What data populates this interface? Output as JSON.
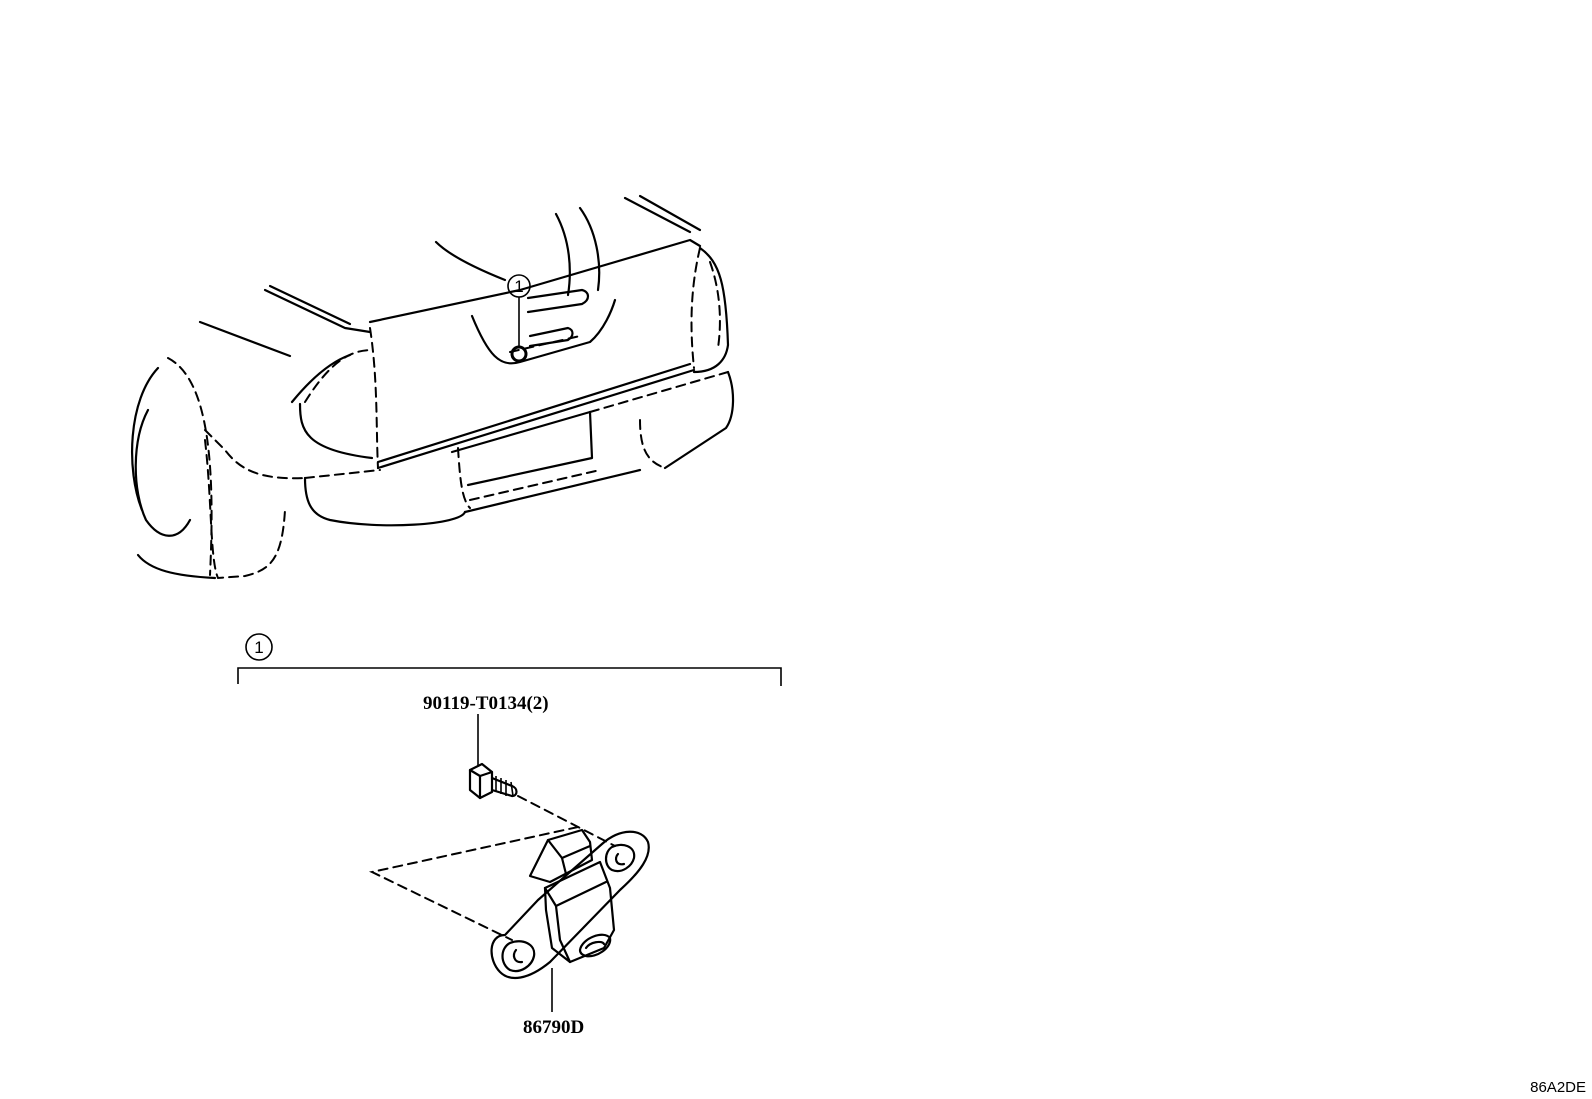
{
  "callouts": {
    "vehicle_marker": "1",
    "group_marker": "1"
  },
  "parts": {
    "bolt": "90119-T0134(2)",
    "camera": "86790D"
  },
  "diagram_ref": "86A2DE"
}
